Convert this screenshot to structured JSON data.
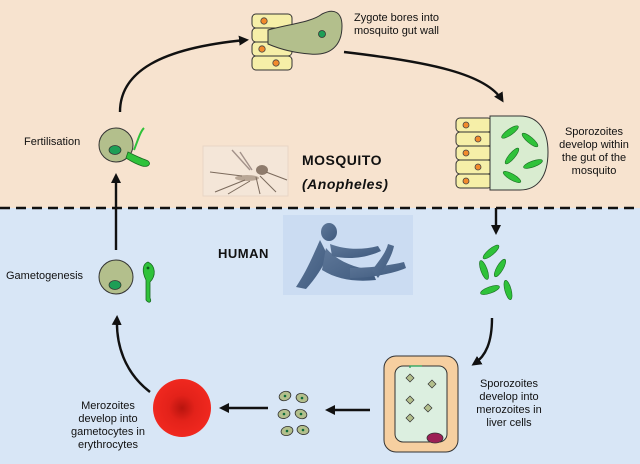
{
  "zones": {
    "mosquito": {
      "title": "MOSQUITO",
      "subtitle": "(Anopheles)",
      "background": "#f7e3cf"
    },
    "human": {
      "title": "HUMAN",
      "background": "#d8e6f6"
    }
  },
  "stages": {
    "fertilisation": "Fertilisation",
    "zygote": "Zygote bores into\nmosquito gut wall",
    "sporozoites_gut": "Sporozoites\ndevelop within\nthe gut of the\nmosquito",
    "sporozoites_liver": "Sporozoites\ndevelop into\nmerozoites in\nliver cells",
    "merozoites": "Merozoites\ndevelop into\ngametocytes in\nerythrocytes",
    "gametogenesis": "Gametogenesis"
  },
  "colors": {
    "gut_cell": "#f6efa8",
    "nucleus_orange": "#f28a2c",
    "parasite": "#b3bf8c",
    "sporozoite": "#2fc23a",
    "erythrocyte": "#e11f16",
    "liver_cell": "#f6cfa0",
    "liver_nucleus": "#9c1f55"
  },
  "icons": [
    "mosquito-icon",
    "human-silhouette-icon",
    "zygote-icon",
    "fertilisation-cell-icon",
    "gametocyte-icon",
    "erythrocyte-icon",
    "liver-cell-icon",
    "sporozoite-icon"
  ]
}
